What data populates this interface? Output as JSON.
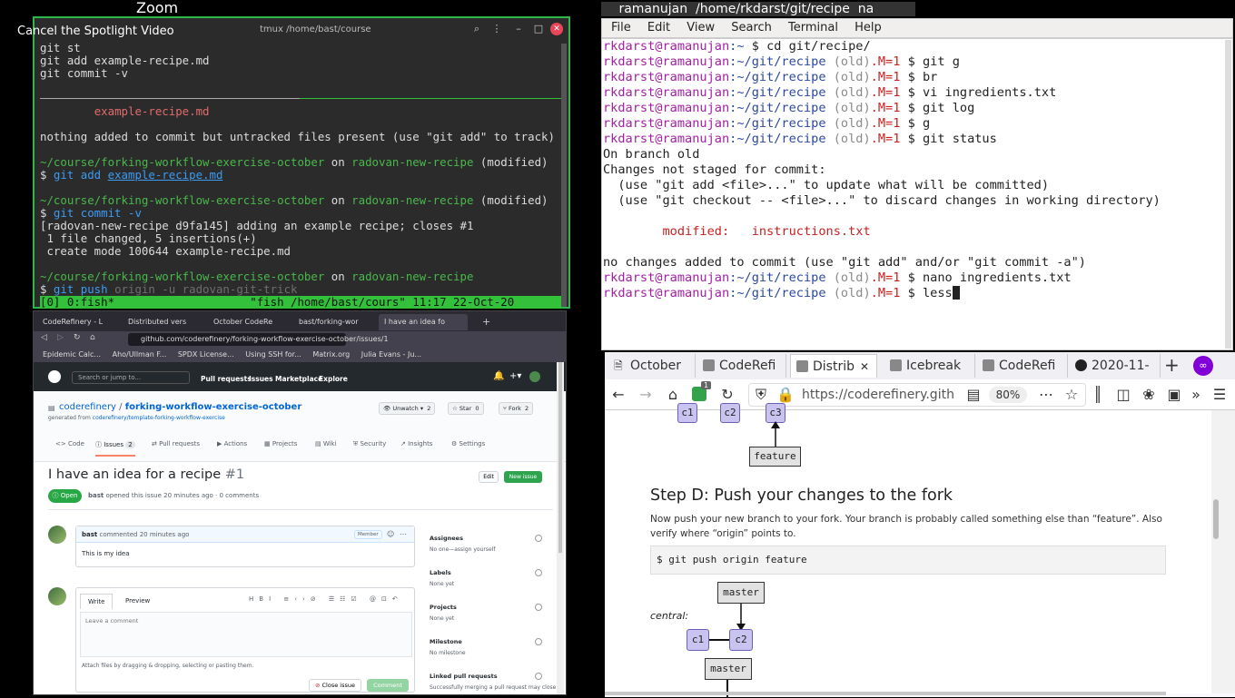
{
  "zoom": {
    "title": "Zoom",
    "cancel_spotlight": "Cancel the Spotlight Video"
  },
  "tmux": {
    "window_title": "tmux /home/bast/course",
    "lines": [
      [
        {
          "t": "git st"
        }
      ],
      [
        {
          "t": "git add example-recipe.md"
        }
      ],
      [
        {
          "t": "git commit -v"
        }
      ],
      [],
      [],
      [
        {
          "t": "        "
        },
        {
          "t": "example-recipe.md",
          "c": "c-red"
        }
      ],
      [],
      [
        {
          "t": "nothing added to commit but untracked files present (use \"git add\" to track)"
        }
      ],
      [],
      [
        {
          "t": "~/course/forking-workflow-exercise-october",
          "c": "c-path"
        },
        {
          "t": " on "
        },
        {
          "t": "radovan-new-recipe",
          "c": "c-branch"
        },
        {
          "t": " (modified)"
        }
      ],
      [
        {
          "t": "$ "
        },
        {
          "t": "git add ",
          "c": "c-blue"
        },
        {
          "t": "example-recipe.md",
          "c": "c-blue c-ul"
        }
      ],
      [],
      [
        {
          "t": "~/course/forking-workflow-exercise-october",
          "c": "c-path"
        },
        {
          "t": " on "
        },
        {
          "t": "radovan-new-recipe",
          "c": "c-branch"
        },
        {
          "t": " (modified)"
        }
      ],
      [
        {
          "t": "$ "
        },
        {
          "t": "git commit -v",
          "c": "c-blue"
        }
      ],
      [
        {
          "t": "[radovan-new-recipe d9fa145] adding an example recipe; closes #1"
        }
      ],
      [
        {
          "t": " 1 file changed, 5 insertions(+)"
        }
      ],
      [
        {
          "t": " create mode 100644 example-recipe.md"
        }
      ],
      [],
      [
        {
          "t": "~/course/forking-workflow-exercise-october",
          "c": "c-path"
        },
        {
          "t": " on "
        },
        {
          "t": "radovan-new-recipe",
          "c": "c-branch"
        }
      ],
      [
        {
          "t": "$ "
        },
        {
          "t": "git push",
          "c": "c-blue"
        },
        {
          "t": " origin -u radovan-git-trick",
          "c": "c-dim"
        }
      ]
    ],
    "status_bar": "[0] 0:fish*                    \"fish /home/bast/cours\" 11:17 22-Oct-20"
  },
  "left_browser": {
    "tabs": [
      "CodeRefinery - L",
      "Distributed vers",
      "October CodeRe",
      "bast/forking-wor",
      "I have an idea fo"
    ],
    "url": "github.com/coderefinery/forking-workflow-exercise-october/issues/1",
    "bookmarks": [
      "Epidemic Calc...",
      "Aho/Ullman F...",
      "SPDX License...",
      "Using SSH for...",
      "Matrix.org",
      "Julia Evans - Ju..."
    ],
    "gh_search": "Search or jump to...",
    "gh_nav": [
      "Pull requests",
      "Issues",
      "Marketplace",
      "Explore"
    ],
    "repo_owner": "coderefinery",
    "repo_sep": " / ",
    "repo_name": "forking-workflow-exercise-october",
    "generated_from_label": "generated from ",
    "generated_from": "coderefinery/template-forking-workflow-exercise",
    "unwatch": "Unwatch",
    "unwatch_n": "2",
    "star": "Star",
    "star_n": "0",
    "fork": "Fork",
    "fork_n": "2",
    "repo_tabs": [
      "Code",
      "Issues",
      "Pull requests",
      "Actions",
      "Projects",
      "Wiki",
      "Security",
      "Insights",
      "Settings"
    ],
    "issues_count": "2",
    "issue_title": "I have an idea for a recipe",
    "issue_number": "#1",
    "edit": "Edit",
    "new_issue": "New issue",
    "state": "Open",
    "author": "bast",
    "meta": " opened this issue 20 minutes ago · 0 comments",
    "comment_author": "bast",
    "comment_meta": " commented 20 minutes ago",
    "member_badge": "Member",
    "comment_body": "This is my idea",
    "write_tab": "Write",
    "preview_tab": "Preview",
    "leave_comment": "Leave a comment",
    "attach": "Attach files by dragging & dropping, selecting or pasting them.",
    "close_issue": "Close issue",
    "comment_btn": "Comment",
    "sidebar": [
      {
        "label": "Assignees",
        "value": "No one—assign yourself"
      },
      {
        "label": "Labels",
        "value": "None yet"
      },
      {
        "label": "Projects",
        "value": "None yet"
      },
      {
        "label": "Milestone",
        "value": "No milestone"
      },
      {
        "label": "Linked pull requests",
        "value": "Successfully merging a pull request may close"
      }
    ]
  },
  "xterm": {
    "window_title": " ramanujan  /home/rkdarst/git/recipe  na",
    "menu": [
      "File",
      "Edit",
      "View",
      "Search",
      "Terminal",
      "Help"
    ],
    "lines": [
      [
        {
          "t": "rkdarst@ramanujan",
          "c": "x-user"
        },
        {
          "t": ":~",
          "c": "x-path"
        },
        {
          "t": " $ cd git/recipe/"
        }
      ],
      [
        {
          "t": "rkdarst@ramanujan",
          "c": "x-user"
        },
        {
          "t": ":~/git/recipe",
          "c": "x-path"
        },
        {
          "t": " (old)",
          "c": "x-branch"
        },
        {
          "t": ".M=1",
          "c": "x-red"
        },
        {
          "t": " $ git g"
        }
      ],
      [
        {
          "t": "rkdarst@ramanujan",
          "c": "x-user"
        },
        {
          "t": ":~/git/recipe",
          "c": "x-path"
        },
        {
          "t": " (old)",
          "c": "x-branch"
        },
        {
          "t": ".M=1",
          "c": "x-red"
        },
        {
          "t": " $ br"
        }
      ],
      [
        {
          "t": "rkdarst@ramanujan",
          "c": "x-user"
        },
        {
          "t": ":~/git/recipe",
          "c": "x-path"
        },
        {
          "t": " (old)",
          "c": "x-branch"
        },
        {
          "t": ".M=1",
          "c": "x-red"
        },
        {
          "t": " $ vi ingredients.txt"
        }
      ],
      [
        {
          "t": "rkdarst@ramanujan",
          "c": "x-user"
        },
        {
          "t": ":~/git/recipe",
          "c": "x-path"
        },
        {
          "t": " (old)",
          "c": "x-branch"
        },
        {
          "t": ".M=1",
          "c": "x-red"
        },
        {
          "t": " $ git log"
        }
      ],
      [
        {
          "t": "rkdarst@ramanujan",
          "c": "x-user"
        },
        {
          "t": ":~/git/recipe",
          "c": "x-path"
        },
        {
          "t": " (old)",
          "c": "x-branch"
        },
        {
          "t": ".M=1",
          "c": "x-red"
        },
        {
          "t": " $ g"
        }
      ],
      [
        {
          "t": "rkdarst@ramanujan",
          "c": "x-user"
        },
        {
          "t": ":~/git/recipe",
          "c": "x-path"
        },
        {
          "t": " (old)",
          "c": "x-branch"
        },
        {
          "t": ".M=1",
          "c": "x-red"
        },
        {
          "t": " $ git status"
        }
      ],
      [
        {
          "t": "On branch old"
        }
      ],
      [
        {
          "t": "Changes not staged for commit:"
        }
      ],
      [
        {
          "t": "  (use \"git add <file>...\" to update what will be committed)"
        }
      ],
      [
        {
          "t": "  (use \"git checkout -- <file>...\" to discard changes in working directory)"
        }
      ],
      [],
      [
        {
          "t": "        "
        },
        {
          "t": "modified:   instructions.txt",
          "c": "x-red"
        }
      ],
      [],
      [
        {
          "t": "no changes added to commit (use \"git add\" and/or \"git commit -a\")"
        }
      ],
      [
        {
          "t": "rkdarst@ramanujan",
          "c": "x-user"
        },
        {
          "t": ":~/git/recipe",
          "c": "x-path"
        },
        {
          "t": " (old)",
          "c": "x-branch"
        },
        {
          "t": ".M=1",
          "c": "x-red"
        },
        {
          "t": " $ nano ingredients.txt"
        }
      ],
      [
        {
          "t": "rkdarst@ramanujan",
          "c": "x-user"
        },
        {
          "t": ":~/git/recipe",
          "c": "x-path"
        },
        {
          "t": " (old)",
          "c": "x-branch"
        },
        {
          "t": ".M=1",
          "c": "x-red"
        },
        {
          "t": " $ less"
        },
        {
          "cursor": true
        }
      ]
    ]
  },
  "firefox": {
    "tabs": [
      "October",
      "CodeRefi",
      "Distrib",
      "Icebreak",
      "CodeRefi",
      "2020-11-"
    ],
    "url": "https://coderefinery.gith",
    "zoom": "80%",
    "notif_count": "1",
    "diagram_top": {
      "c1": "c1",
      "c2": "c2",
      "c3": "c3",
      "feature": "feature"
    },
    "heading": "Step D: Push your changes to the fork",
    "text": "Now push your new branch to your fork. Your branch is probably called something else than “feature”. Also verify where “origin” points to.",
    "code": "$ git push origin feature",
    "central_label": "central:",
    "diagram_bottom": {
      "master": "master",
      "c1": "c1",
      "c2": "c2",
      "master2": "master"
    }
  }
}
